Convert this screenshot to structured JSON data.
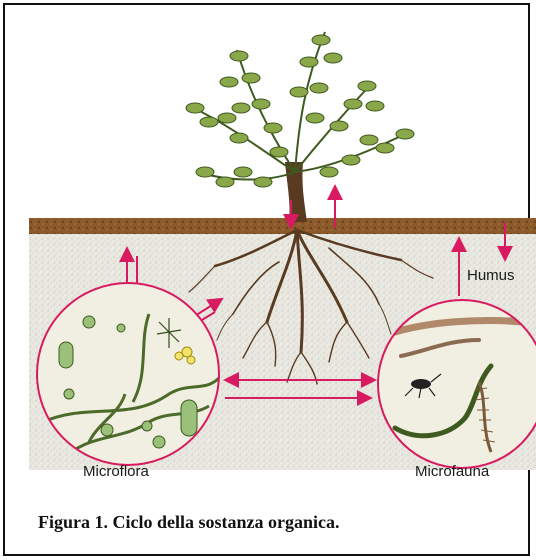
{
  "labels": {
    "humus": "Humus",
    "microflora": "Microflora",
    "microfauna": "Microfauna"
  },
  "caption": "Figura 1. Ciclo della sostanza organica.",
  "colors": {
    "arrow": "#d81b60",
    "soil_top": "#7a4a22",
    "subsoil": "#e6e6de",
    "leaf": "#8aa84a",
    "leaf_dark": "#3e5a1e",
    "root": "#5a3a20"
  }
}
